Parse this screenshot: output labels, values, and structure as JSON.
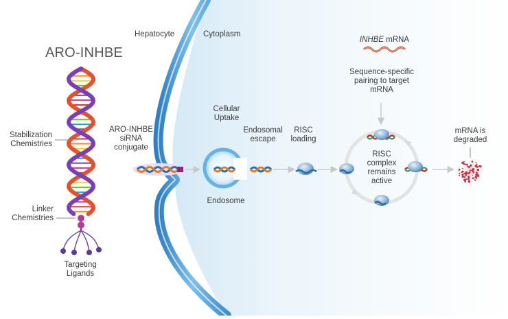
{
  "diagram": {
    "title": "ARO-INHBE",
    "labels": {
      "hepatocyte": "Hepatocyte",
      "cytoplasm": "Cytoplasm",
      "stabilization": [
        "Stabilization",
        "Chemistries"
      ],
      "linker": [
        "Linker",
        "Chemistries"
      ],
      "targeting": [
        "Targeting",
        "Ligands"
      ],
      "conjugate": [
        "ARO-INHBE",
        "siRNA",
        "conjugate"
      ],
      "uptake": [
        "Cellular",
        "Uptake"
      ],
      "endosomal_escape": [
        "Endosomal",
        "escape"
      ],
      "risc_loading": [
        "RISC",
        "loading"
      ],
      "endosome": "Endosome",
      "mrna_gene": "INHBE",
      "mrna_suffix": " mRNA",
      "pairing": [
        "Sequence-specific",
        "pairing to target",
        "mRNA"
      ],
      "risc_complex": [
        "RISC",
        "complex",
        "remains",
        "active"
      ],
      "degraded": [
        "mRNA is",
        "degraded"
      ]
    },
    "colors": {
      "membrane": "#4f9ed6",
      "cytoplasm_tint": "#e6f2fa",
      "arrow": "#c9c9c9",
      "risc": "#7fa9cf",
      "ligand": "#8a2c7a",
      "degraded_dots": "#c23a4a"
    }
  }
}
